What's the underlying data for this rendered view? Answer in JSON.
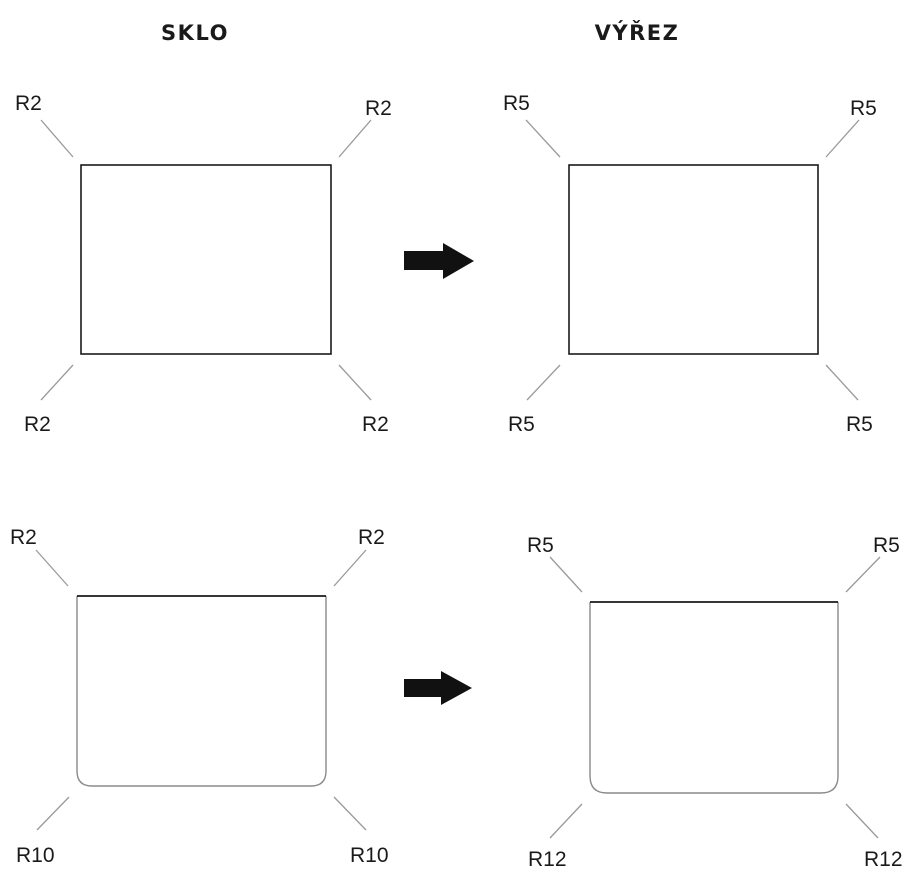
{
  "headings": {
    "left": "SKLO",
    "right": "VÝŘEZ"
  },
  "row1": {
    "glass": {
      "top_left": "R2",
      "top_right": "R2",
      "bottom_left": "R2",
      "bottom_right": "R2"
    },
    "cutout": {
      "top_left": "R5",
      "top_right": "R5",
      "bottom_left": "R5",
      "bottom_right": "R5"
    }
  },
  "row2": {
    "glass": {
      "top_left": "R2",
      "top_right": "R2",
      "bottom_left": "R10",
      "bottom_right": "R10"
    },
    "cutout": {
      "top_left": "R5",
      "top_right": "R5",
      "bottom_left": "R12",
      "bottom_right": "R12"
    }
  },
  "colors": {
    "line": "#1a1a1a",
    "leader": "#9a9a9a",
    "arrow": "#111111"
  }
}
